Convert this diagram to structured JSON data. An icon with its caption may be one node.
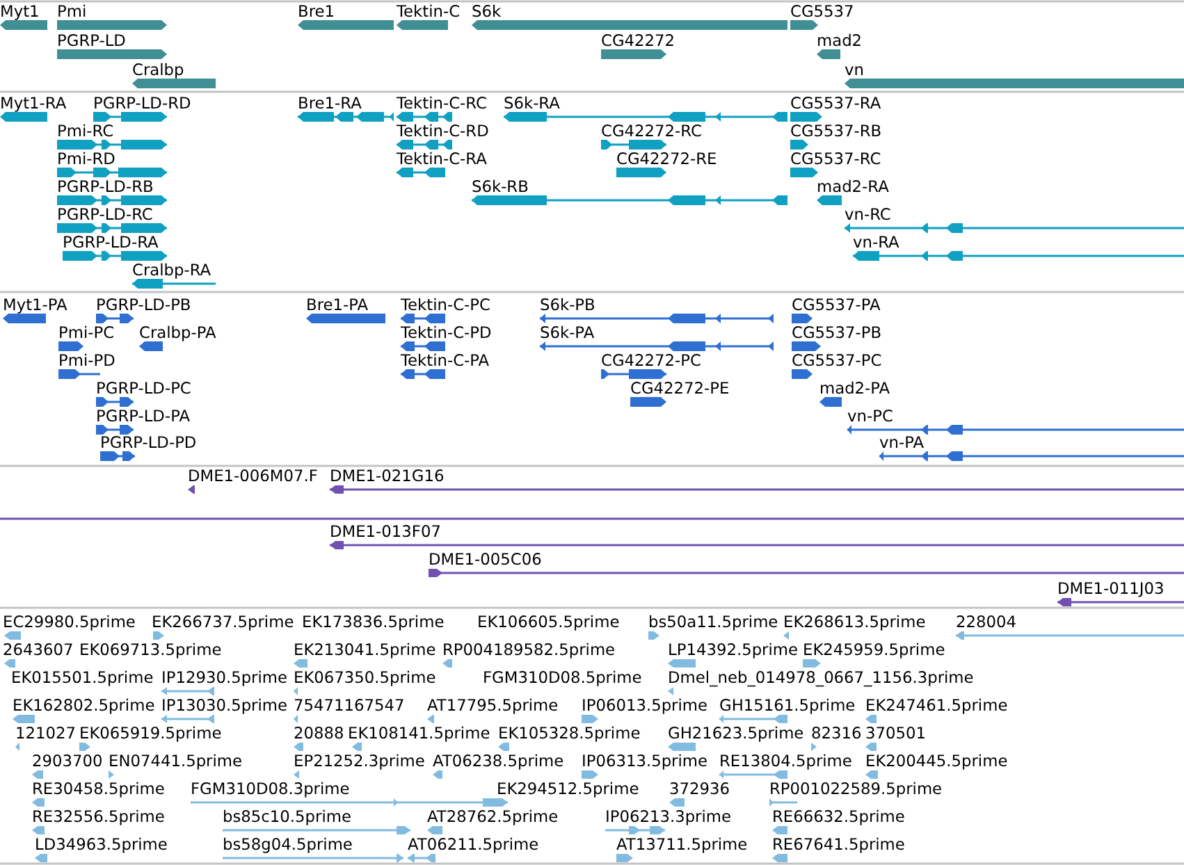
{
  "diagram": {
    "labels": [
      "Myt1",
      "Pmi",
      "Bre1",
      "Tektin-C",
      "S6k",
      "CG5537",
      "PGRP-LD",
      "CG42272",
      "mad2",
      "Cralbp",
      "vn",
      "Myt1-RA",
      "PGRP-LD-RD",
      "Bre1-RA",
      "Tektin-C-RC",
      "S6k-RA",
      "CG5537-RA",
      "Pmi-RC",
      "Tektin-C-RD",
      "CG42272-RC",
      "CG5537-RB",
      "Pmi-RD",
      "Tektin-C-RA",
      "CG42272-RE",
      "CG5537-RC",
      "PGRP-LD-RB",
      "S6k-RB",
      "mad2-RA",
      "PGRP-LD-RC",
      "vn-RC",
      "PGRP-LD-RA",
      "vn-RA",
      "Cralbp-RA",
      "Myt1-PA",
      "PGRP-LD-PB",
      "Bre1-PA",
      "Tektin-C-PC",
      "S6k-PB",
      "CG5537-PA",
      "Pmi-PC",
      "Cralbp-PA",
      "Tektin-C-PD",
      "S6k-PA",
      "CG5537-PB",
      "Pmi-PD",
      "Tektin-C-PA",
      "CG42272-PC",
      "CG5537-PC",
      "PGRP-LD-PC",
      "CG42272-PE",
      "mad2-PA",
      "PGRP-LD-PA",
      "vn-PC",
      "PGRP-LD-PD",
      "vn-PA",
      "DME1-006M07.F",
      "DME1-021G16",
      "DME1-013F07",
      "DME1-005C06",
      "DME1-011J03",
      "EC29980.5prime",
      "EK266737.5prime",
      "EK173836.5prime",
      "EK106605.5prime",
      "bs50a11.5prime",
      "EK268613.5prime",
      "228004",
      "2643607",
      "EK069713.5prime",
      "EK213041.5prime",
      "RP004189582.5prime",
      "LP14392.5prime",
      "EK245959.5prime",
      "EK015501.5prime",
      "IP12930.5prime",
      "EK067350.5prime",
      "FGM310D08.5prime",
      "Dmel_neb_014978_0667_1156.3prime",
      "EK162802.5prime",
      "IP13030.5prime",
      "75471167547",
      "AT17795.5prime",
      "IP06013.5prime",
      "GH15161.5prime",
      "EK247461.5prime",
      "121027",
      "EK065919.5prime",
      "20888",
      "EK108141.5prime",
      "EK105328.5prime",
      "GH21623.5prime",
      "82316",
      "370501",
      "2903700",
      "EN07441.5prime",
      "EP21252.3prime",
      "AT06238.5prime",
      "IP06313.5prime",
      "RE13804.5prime",
      "EK200445.5prime",
      "RE30458.5prime",
      "FGM310D08.3prime",
      "EK294512.5prime",
      "372936",
      "RP001022589.5prime",
      "RE32556.5prime",
      "bs85c10.5prime",
      "AT28762.5prime",
      "IP06213.3prime",
      "RE66632.5prime",
      "LD34963.5prime",
      "bs58g04.5prime",
      "AT06211.5prime",
      "AT13711.5prime",
      "RE67641.5prime"
    ]
  }
}
